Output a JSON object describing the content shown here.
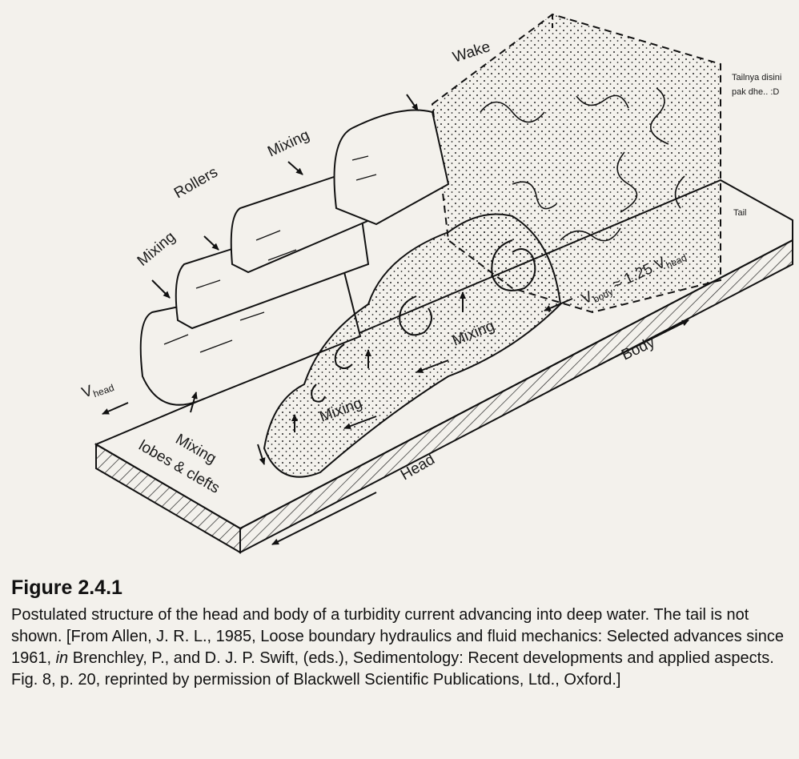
{
  "figure": {
    "labels": {
      "wake": "Wake",
      "mixing": "Mixing",
      "rollers": "Rollers",
      "mixing_lobes_line1": "Mixing",
      "mixing_lobes_line2": "lobes & clefts",
      "head": "Head",
      "body": "Body",
      "v_head_symbol": "V",
      "v_head_subscript": "head",
      "v_body_symbol": "V",
      "v_body_subscript": "body",
      "v_body_relation": "≈ 1.25 V",
      "v_body_relation_subscript": "head"
    },
    "annotations": {
      "side_note_line1": "Tailnya disini",
      "side_note_line2": "pak dhe.. :D",
      "tail": "Tail"
    }
  },
  "caption": {
    "title": "Figure 2.4.1",
    "text_part1": "Postulated structure of the head and body of a turbidity current advancing into deep water. The tail is not shown. [From Allen, J. R. L., 1985, Loose boundary hydraulics and fluid mechanics: Selected advances since 1961, ",
    "text_italic": "in",
    "text_part2": " Brenchley, P., and D. J. P. Swift, (eds.), Sedimentology: Recent developments and applied aspects. Fig. 8, p. 20, reprinted by permission of Blackwell Scientific Publications, Ltd., Oxford.]"
  }
}
